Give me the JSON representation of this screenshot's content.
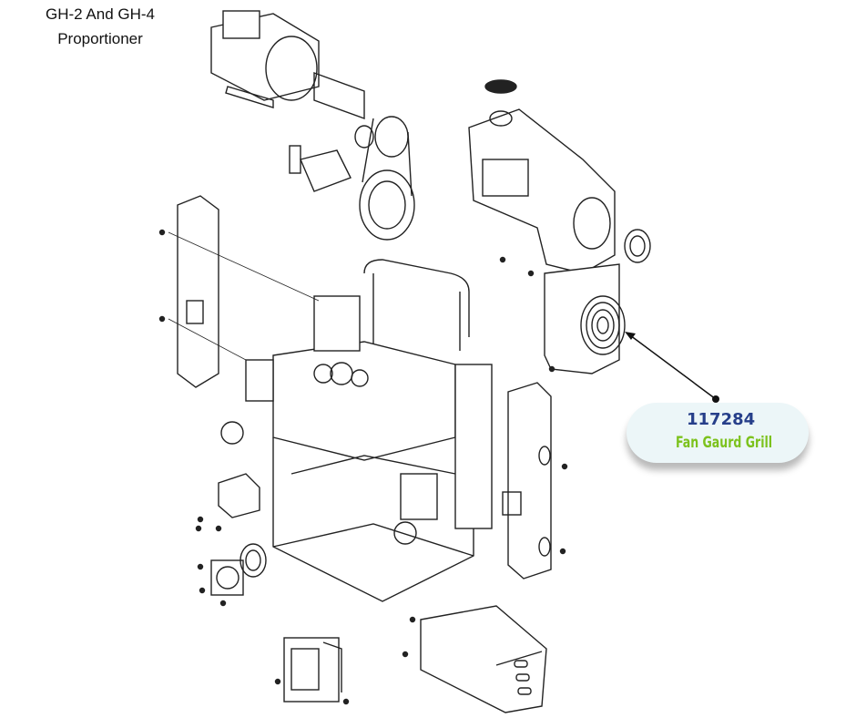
{
  "title": {
    "line1": "GH-2 And GH-4",
    "line2": "Proportioner"
  },
  "callout": {
    "part_number": "117284",
    "description": "Fan Gaurd Grill"
  },
  "colors": {
    "part_number": "#263f8a",
    "description": "#7cc21d",
    "callout_bg": "#ecf6f8",
    "line": "#222222"
  }
}
